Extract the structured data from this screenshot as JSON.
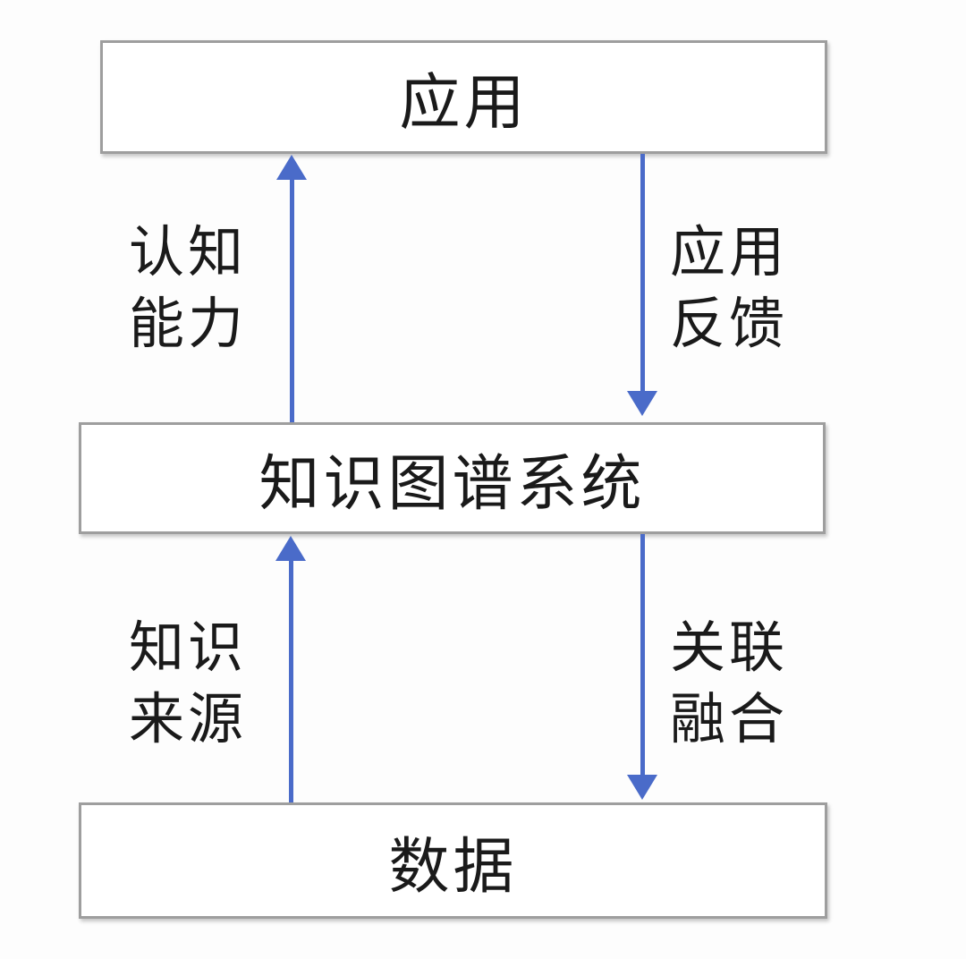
{
  "diagram": {
    "description": "knowledge-graph-system layer diagram",
    "boxes": [
      {
        "id": "application",
        "label": "应用"
      },
      {
        "id": "knowledge-graph-system",
        "label": "知识图谱系统"
      },
      {
        "id": "data",
        "label": "数据"
      }
    ],
    "arrows": [
      {
        "id": "cognitive-ability",
        "direction": "up",
        "from": "knowledge-graph-system",
        "to": "application",
        "lines": [
          "认知",
          "能力"
        ]
      },
      {
        "id": "application-feedback",
        "direction": "down",
        "from": "application",
        "to": "knowledge-graph-system",
        "lines": [
          "应用",
          "反馈"
        ]
      },
      {
        "id": "knowledge-source",
        "direction": "up",
        "from": "data",
        "to": "knowledge-graph-system",
        "lines": [
          "知识",
          "来源"
        ]
      },
      {
        "id": "association-fusion",
        "direction": "down",
        "from": "knowledge-graph-system",
        "to": "data",
        "lines": [
          "关联",
          "融合"
        ]
      }
    ],
    "colors": {
      "arrow": "#4a6bc9",
      "border": "#9e9e9e",
      "text": "#1a1a1a",
      "background": "#fdfdfd"
    }
  }
}
